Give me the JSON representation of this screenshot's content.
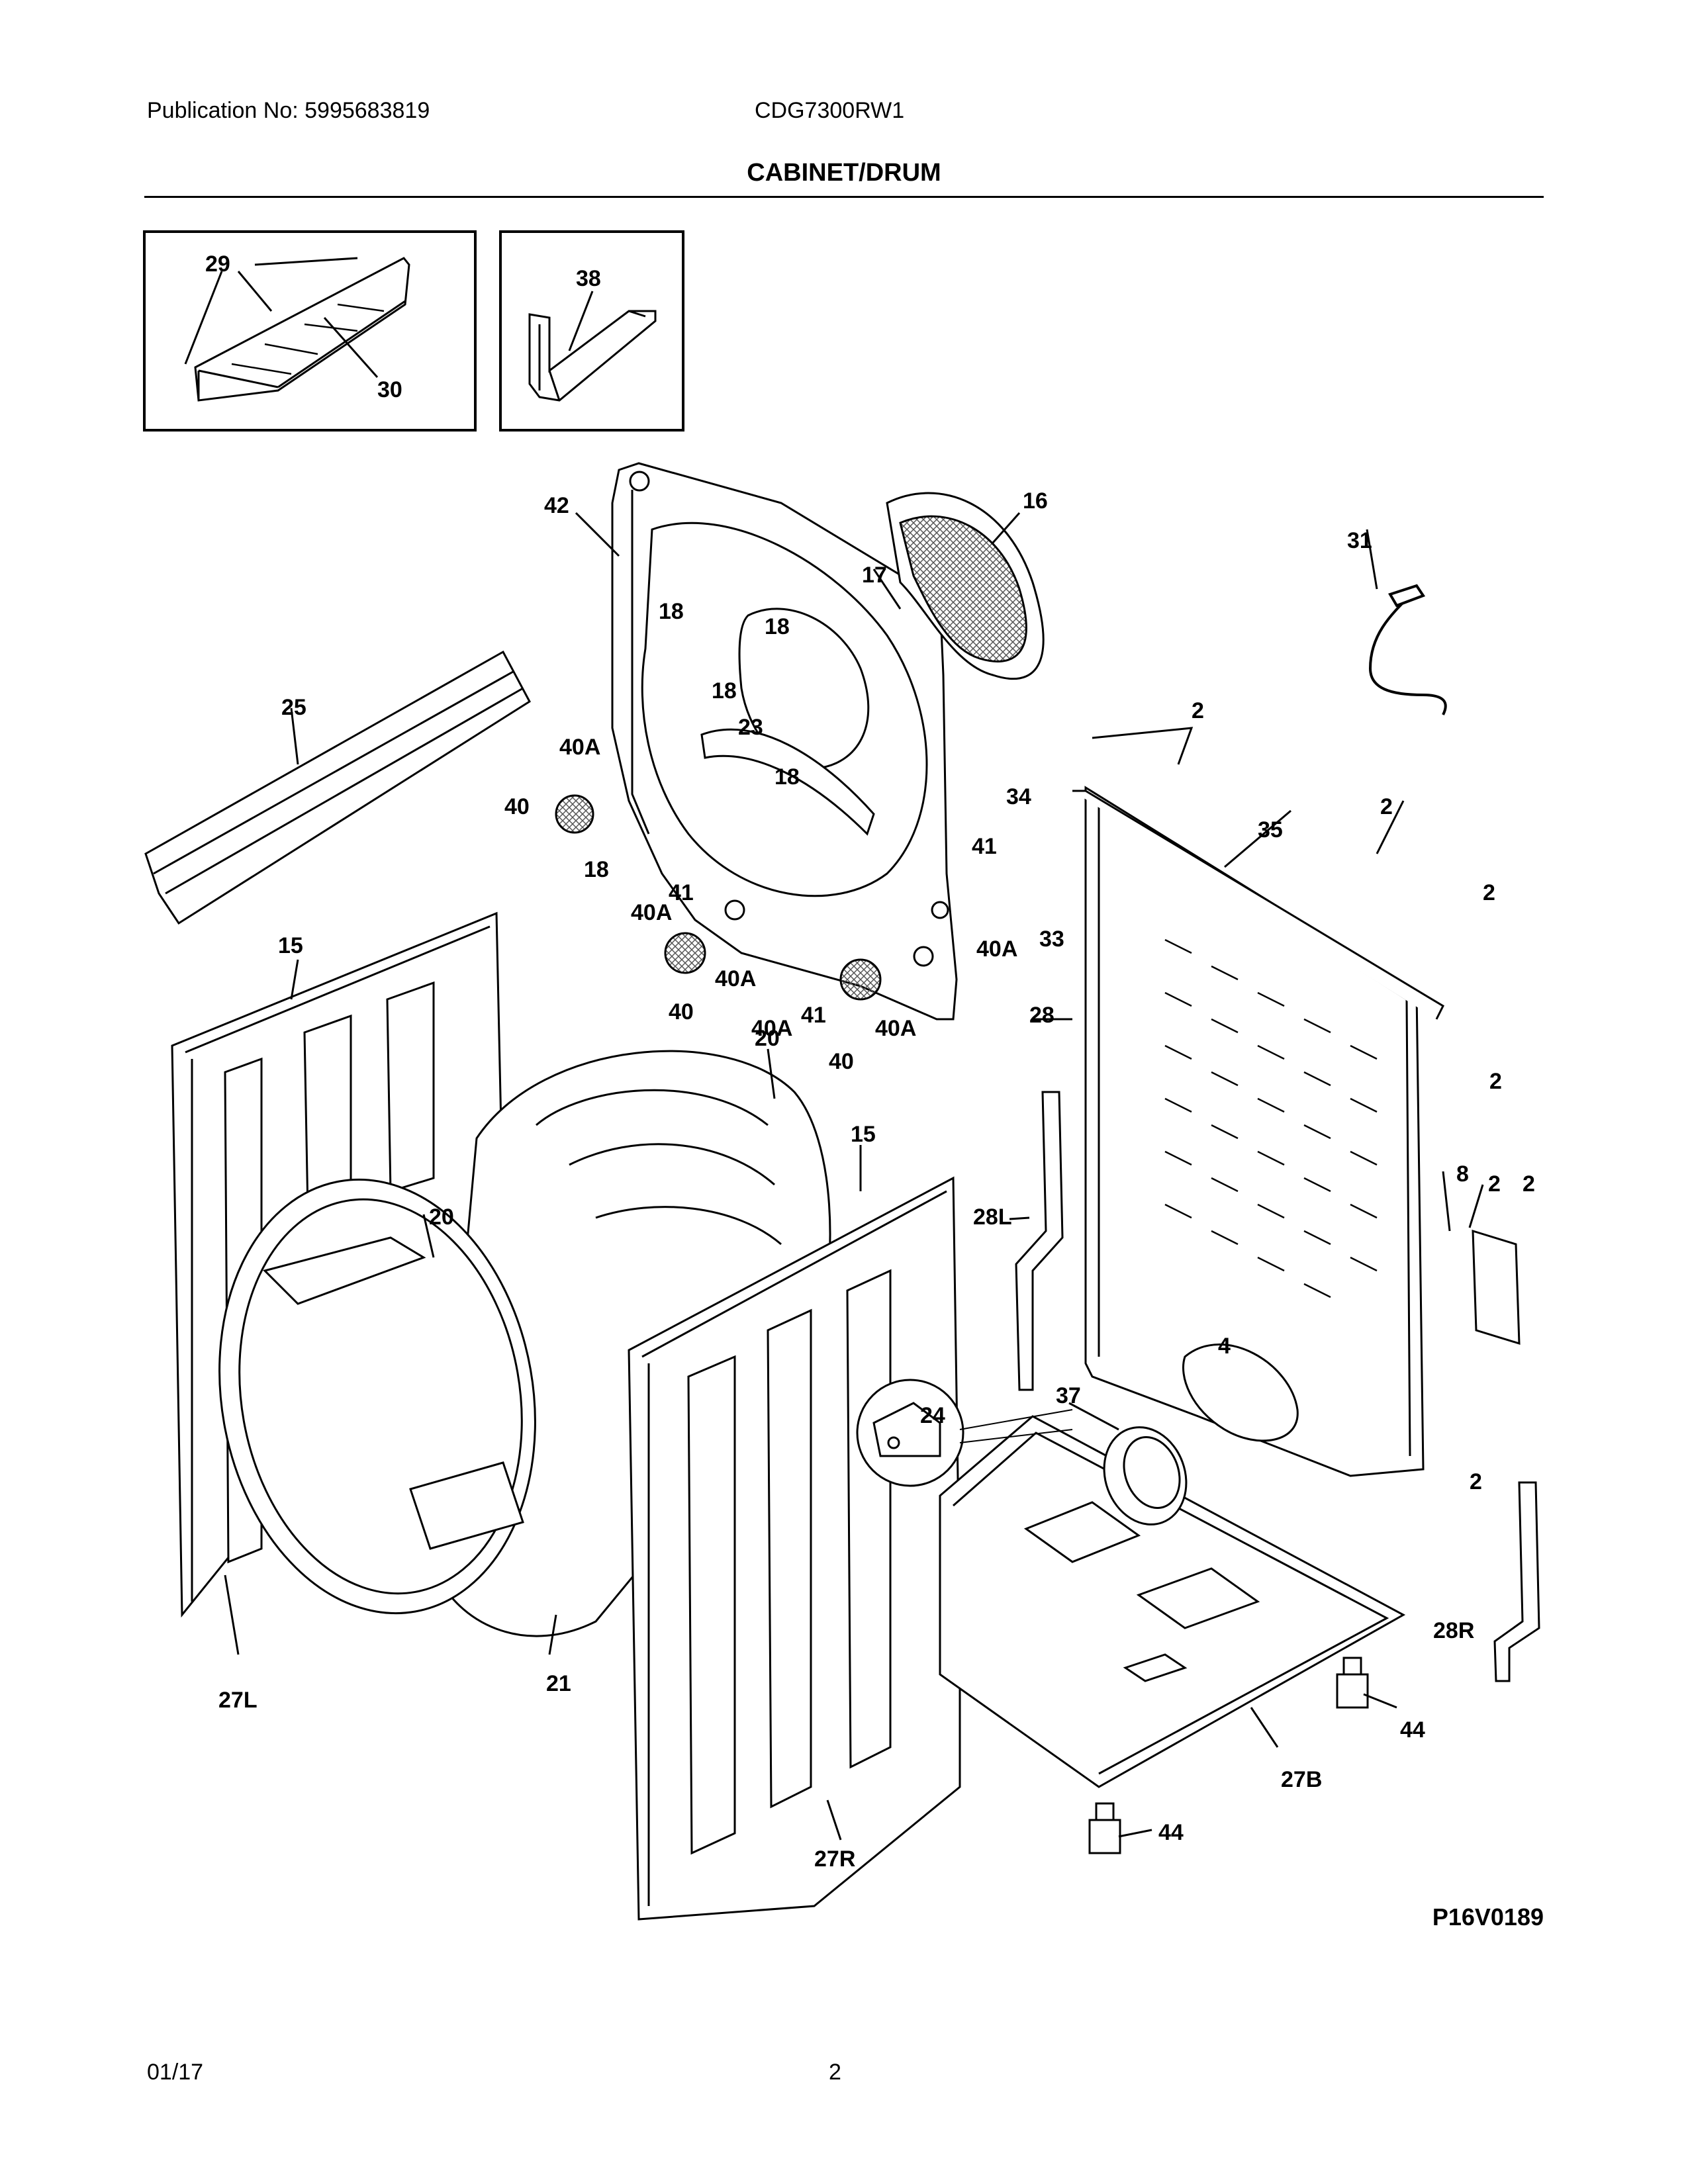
{
  "header": {
    "publication": "Publication No: 5995683819",
    "model": "CDG7300RW1"
  },
  "title": "CABINET/DRUM",
  "figure_code": "P16V0189",
  "footer": {
    "date": "01/17",
    "page": "2"
  },
  "callouts": [
    "29",
    "30",
    "38",
    "42",
    "16",
    "17",
    "18",
    "18",
    "18",
    "18",
    "18",
    "23",
    "25",
    "40A",
    "40",
    "41",
    "40A",
    "40",
    "40A",
    "41",
    "40A",
    "40",
    "40A",
    "31",
    "2",
    "34",
    "35",
    "2",
    "41",
    "33",
    "40A",
    "2",
    "28",
    "2",
    "15",
    "20",
    "20",
    "15",
    "28L",
    "8",
    "2",
    "2",
    "4",
    "24",
    "37",
    "2",
    "28R",
    "27L",
    "21",
    "27R",
    "27B",
    "44",
    "44"
  ],
  "colors": {
    "ink": "#000000",
    "paper": "#ffffff",
    "hatch": "#555555"
  }
}
